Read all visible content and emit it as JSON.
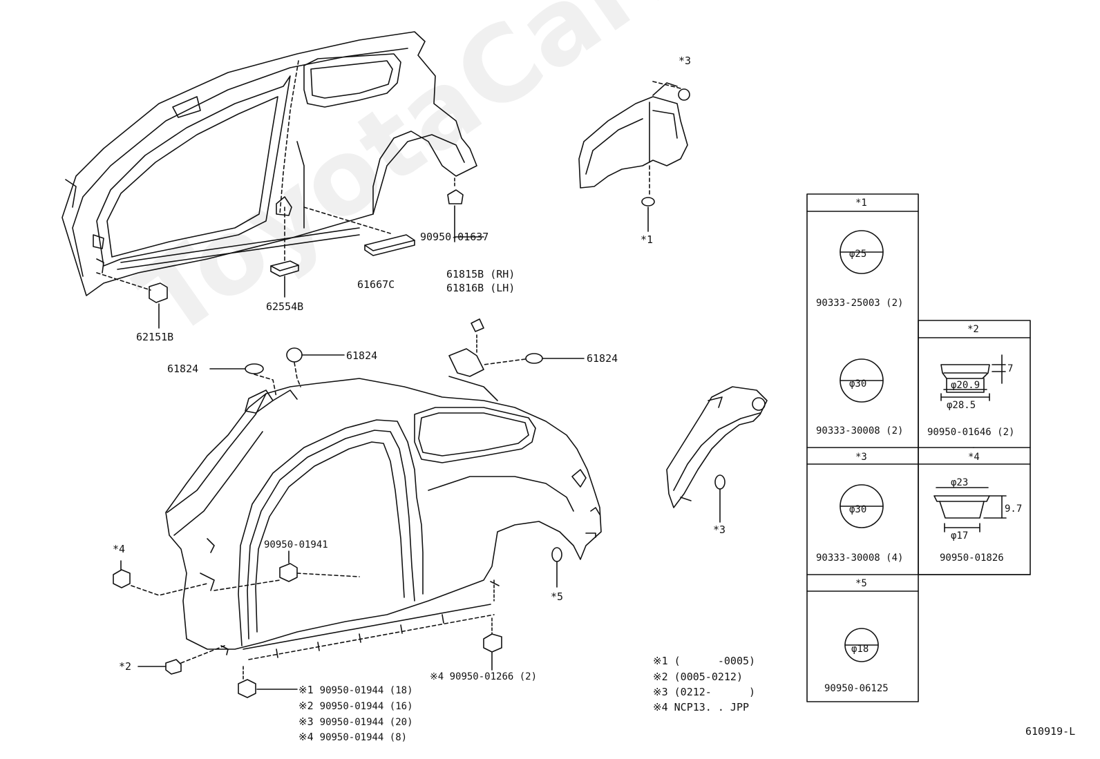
{
  "watermark": "ToyotaCarMine.ru",
  "callouts": {
    "c1": "90950-01637",
    "c2": "61667C",
    "c3": "62554B",
    "c4": "62151B",
    "c5": "61815B (RH)",
    "c6": "61816B (LH)",
    "c7": "61824",
    "c8": "61824",
    "c9": "61824",
    "c10": "90950-01941",
    "c11": "※4 90950-01266 (2)",
    "s1": "*3",
    "s2": "*1",
    "s3": "*3",
    "s4": "*4",
    "s5": "*2",
    "s6": "*5"
  },
  "bottom_parts": [
    {
      "mark": "※1",
      "part": "90950-01944 (18)"
    },
    {
      "mark": "※2",
      "part": "90950-01944 (16)"
    },
    {
      "mark": "※3",
      "part": "90950-01944 (20)"
    },
    {
      "mark": "※4",
      "part": "90950-01944 (8)"
    }
  ],
  "legend": [
    {
      "mark": "※1",
      "text": "(      -0005)"
    },
    {
      "mark": "※2",
      "text": "(0005-0212)"
    },
    {
      "mark": "※3",
      "text": "(0212-      )"
    },
    {
      "mark": "※4",
      "text": "NCP13. . JPP"
    }
  ],
  "boxes": {
    "b1": {
      "header": "*1",
      "dia1": "φ25",
      "part1": "90333-25003 (2)",
      "dia2": "φ30",
      "part2": "90333-30008 (2)"
    },
    "b2": {
      "header": "*2",
      "dia_inner": "φ20.9",
      "dia_outer": "φ28.5",
      "height": "7",
      "part": "90950-01646 (2)"
    },
    "b3": {
      "header": "*3",
      "dia": "φ30",
      "part": "90333-30008 (4)"
    },
    "b4": {
      "header": "*4",
      "dia_top": "φ23",
      "dia_bottom": "φ17",
      "height": "9.7",
      "part": "90950-01826"
    },
    "b5": {
      "header": "*5",
      "dia": "φ18",
      "part": "90950-06125"
    }
  },
  "figure_id": "610919-L"
}
